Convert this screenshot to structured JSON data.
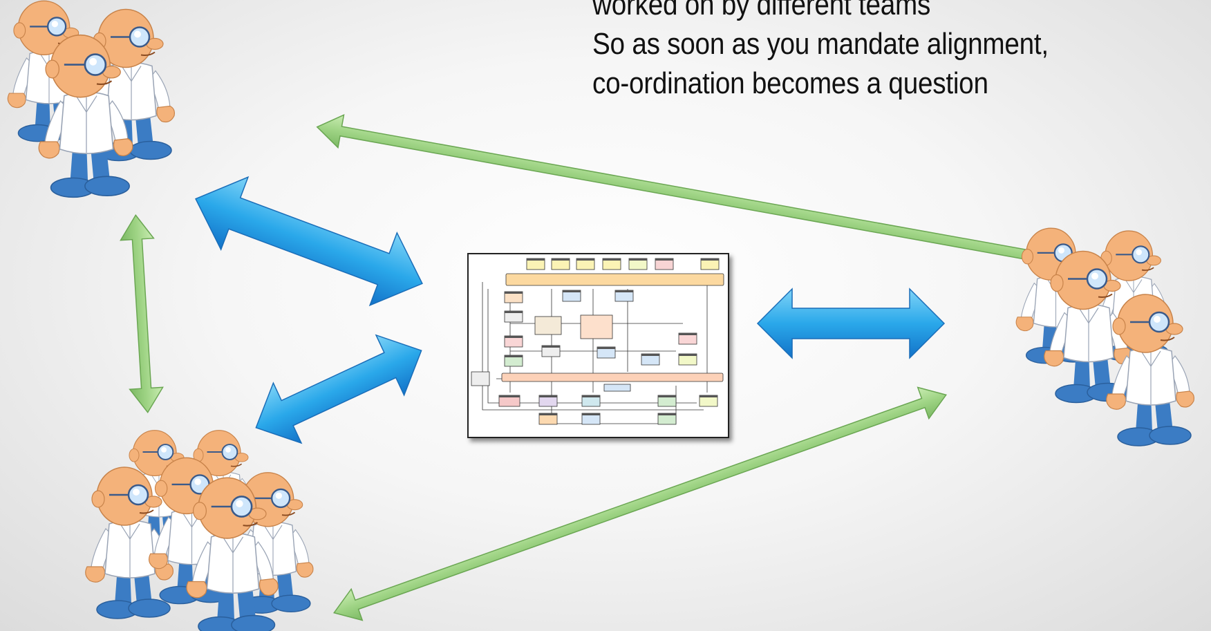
{
  "caption": {
    "lines": [
      "worked on by different teams",
      "So as soon as you mandate alignment,",
      "co-ordination becomes a question"
    ]
  },
  "colors": {
    "green_arrow": "#a6d98a",
    "blue_arrow": "#29a9e8",
    "skin": "#f4b27a",
    "coat": "#ffffff",
    "trousers": "#3b7cc4"
  },
  "icons": {
    "team": "scientist-team-icon",
    "architecture": "architecture-diagram-icon"
  },
  "teams": [
    {
      "name": "team-top-left",
      "members": 3
    },
    {
      "name": "team-bottom-left",
      "members": 6
    },
    {
      "name": "team-right",
      "members": 4
    }
  ]
}
